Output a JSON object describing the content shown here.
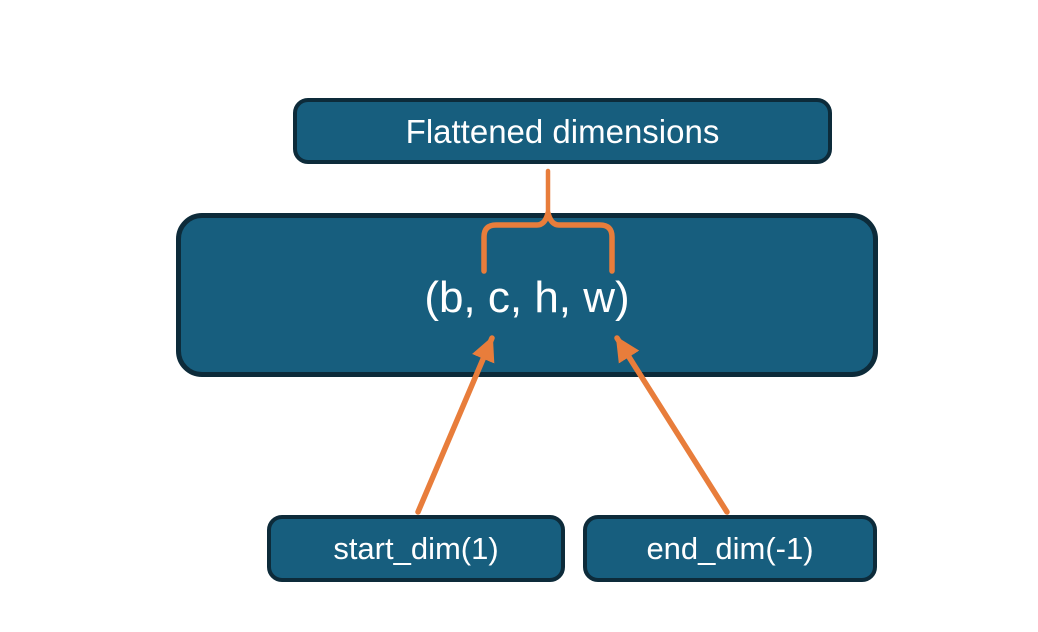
{
  "diagram": {
    "nodes": {
      "flattened": {
        "label": "Flattened dimensions"
      },
      "tuple": {
        "label": "(b, c, h, w)"
      },
      "start_dim": {
        "label": "start_dim(1)"
      },
      "end_dim": {
        "label": "end_dim(-1)"
      }
    },
    "connectors": {
      "brace": "brace grouping c..w dims, pointing up to Flattened dimensions",
      "start_dim_arrow": "arrow from start_dim(1) to dim c",
      "end_dim_arrow": "arrow from end_dim(-1) to dim w"
    },
    "colors": {
      "node_fill": "#175E7E",
      "node_border": "#0D2B3A",
      "connector_orange": "#E87D3B",
      "text": "#FFFFFF",
      "background": "#FFFFFF"
    }
  }
}
